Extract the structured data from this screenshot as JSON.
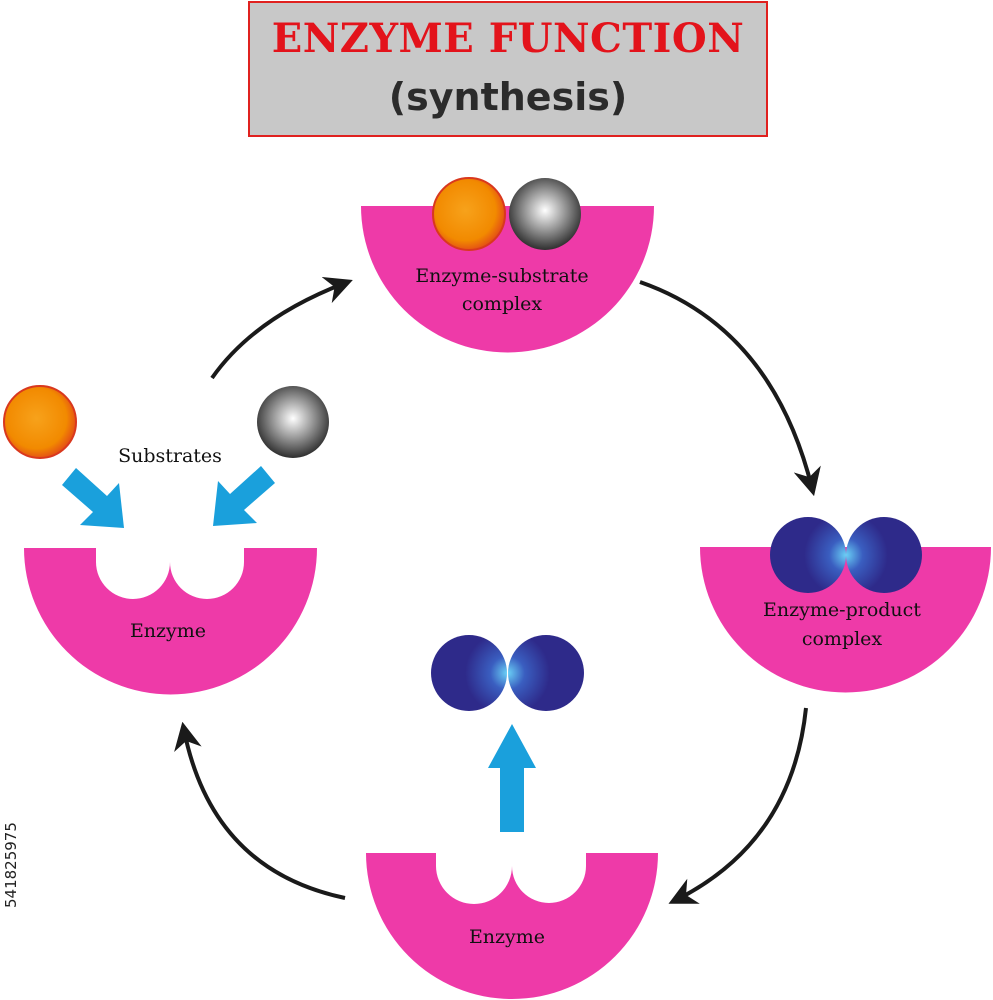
{
  "title": {
    "main": "ENZYME FUNCTION",
    "sub": "(synthesis)"
  },
  "labels": {
    "substrates": "Substrates",
    "enzyme_left": "Enzyme",
    "complex_top_line1": "Enzyme-substrate",
    "complex_top_line2": "complex",
    "complex_right_line1": "Enzyme-product",
    "complex_right_line2": "complex",
    "enzyme_bottom": "Enzyme"
  },
  "stock_id": "541825975",
  "colors": {
    "enzyme": "#ee3aa8",
    "substrate_orange": "#f39200",
    "substrate_grey": "#555555",
    "product": "#2e2a8a",
    "blue_arrow": "#1aa0dc",
    "cycle_arrow": "#1a1a1a",
    "title_text": "#e3131b",
    "title_border": "#e0211f",
    "title_bg": "#c8c8c8"
  }
}
